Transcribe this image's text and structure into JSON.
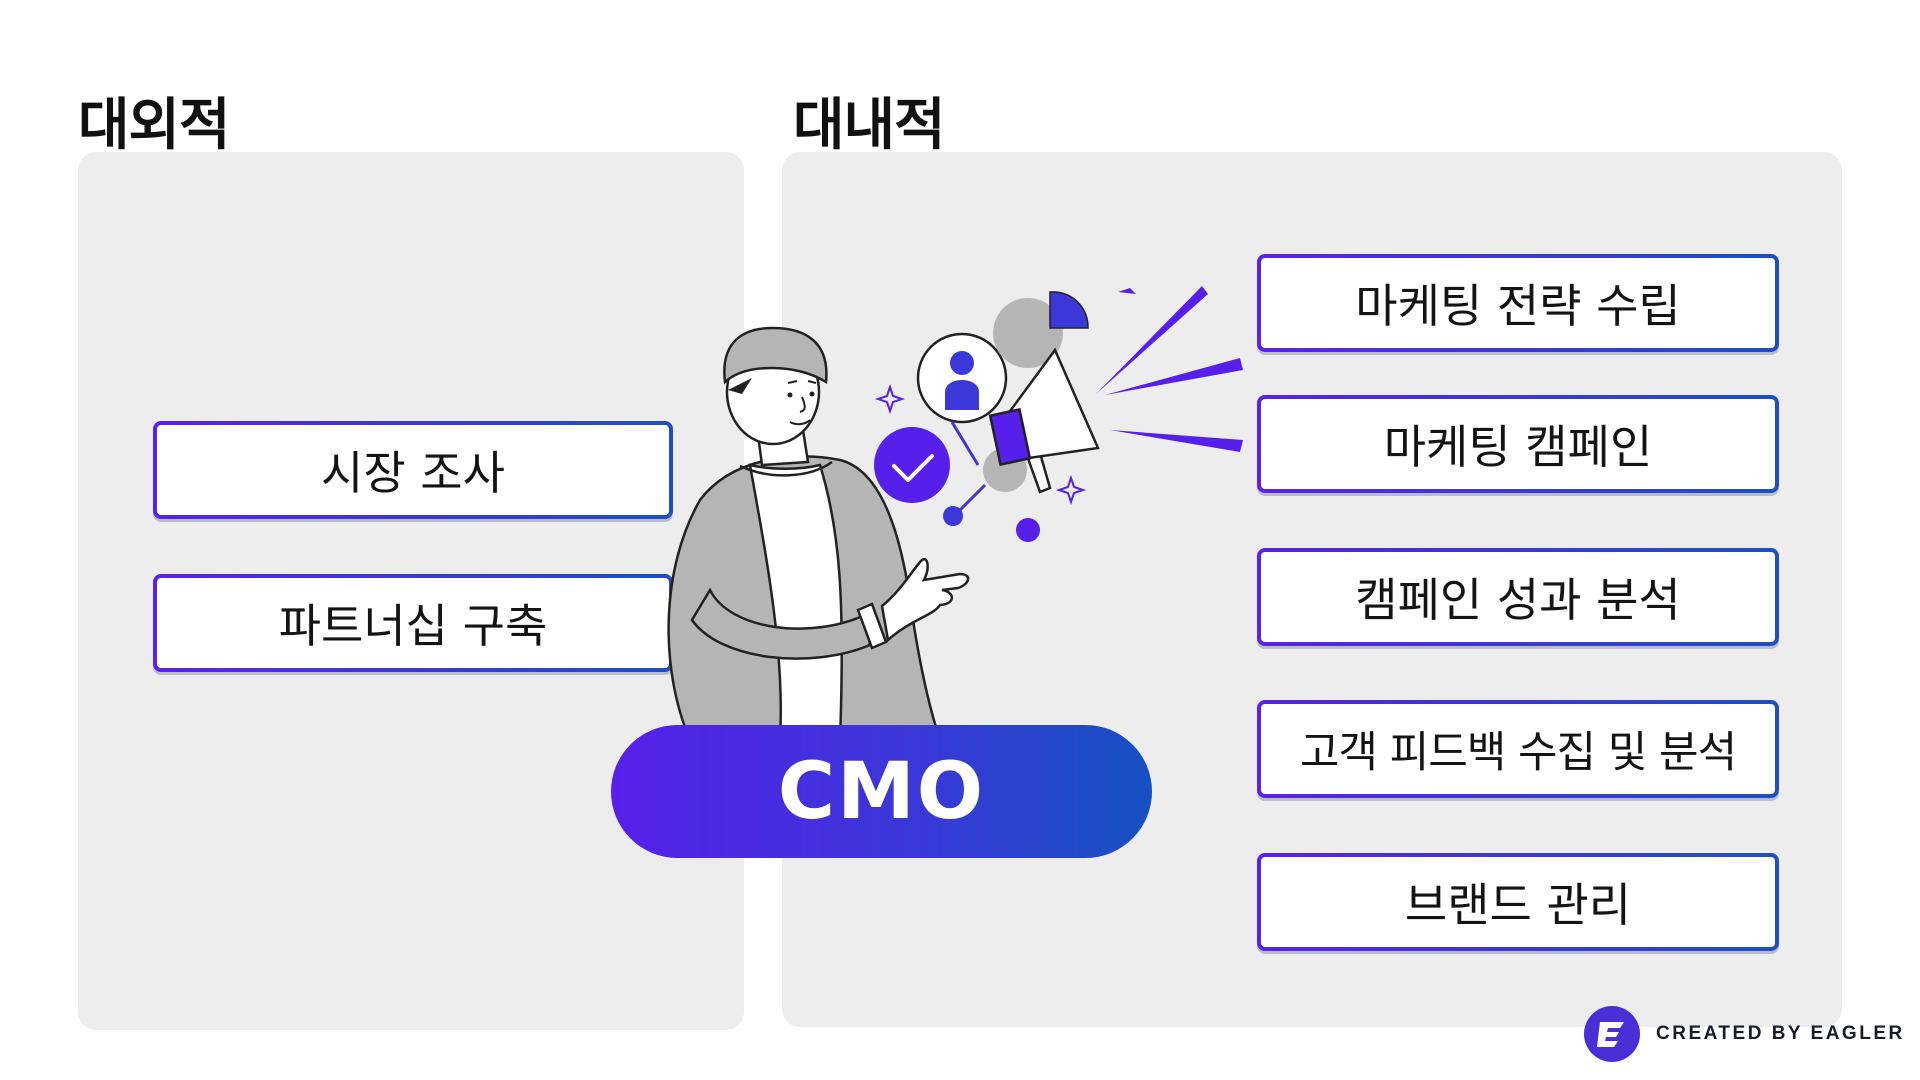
{
  "sections": {
    "external": {
      "title": "대외적"
    },
    "internal": {
      "title": "대내적"
    }
  },
  "external_tasks": [
    "시장 조사",
    "파트너십 구축"
  ],
  "internal_tasks": [
    "마케팅 전략 수립",
    "마케팅 캠페인",
    "캠페인 성과 분석",
    "고객 피드백 수집 및 분석",
    "브랜드 관리"
  ],
  "center": {
    "label": "CMO"
  },
  "footer": {
    "credit": "CREATED BY EAGLER"
  },
  "colors": {
    "accent_purple": "#5720ea",
    "accent_blue": "#1551c2",
    "panel_bg": "#ededed",
    "illustration_gray": "#b5b5b5"
  },
  "icons": [
    "person-icon",
    "pie-chart-icon",
    "megaphone-icon",
    "checkmark-icon",
    "sparkle-icon",
    "eagler-logo-icon"
  ]
}
